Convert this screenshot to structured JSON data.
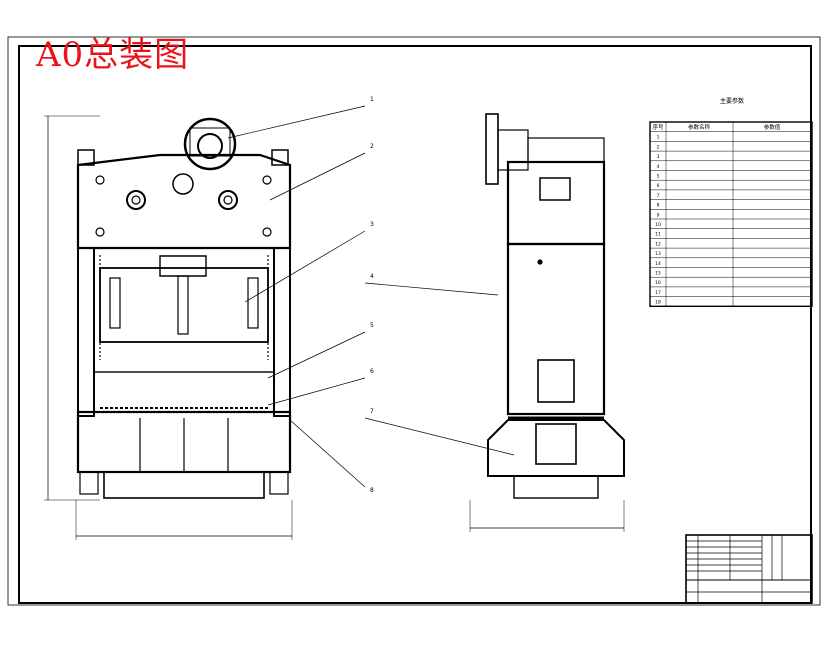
{
  "stamp_label": "A0总装图",
  "leaders": [
    "1",
    "2",
    "3",
    "4",
    "5",
    "6",
    "7",
    "8"
  ],
  "params": {
    "title": "主要参数",
    "header": [
      "序号",
      "参数名称",
      "参数值"
    ],
    "rows": [
      [
        "1",
        "",
        ""
      ],
      [
        "2",
        "",
        ""
      ],
      [
        "3",
        "",
        ""
      ],
      [
        "4",
        "",
        ""
      ],
      [
        "5",
        "",
        ""
      ],
      [
        "6",
        "",
        ""
      ],
      [
        "7",
        "",
        ""
      ],
      [
        "8",
        "",
        ""
      ],
      [
        "9",
        "",
        ""
      ],
      [
        "10",
        "",
        ""
      ],
      [
        "11",
        "",
        ""
      ],
      [
        "12",
        "",
        ""
      ],
      [
        "13",
        "",
        ""
      ],
      [
        "14",
        "",
        ""
      ],
      [
        "15",
        "",
        ""
      ],
      [
        "16",
        "",
        ""
      ],
      [
        "17",
        "",
        ""
      ],
      [
        "18",
        "",
        ""
      ]
    ]
  },
  "colors": {
    "line": "#000000",
    "stamp": "#e8141a",
    "fill": "#ffffff"
  }
}
